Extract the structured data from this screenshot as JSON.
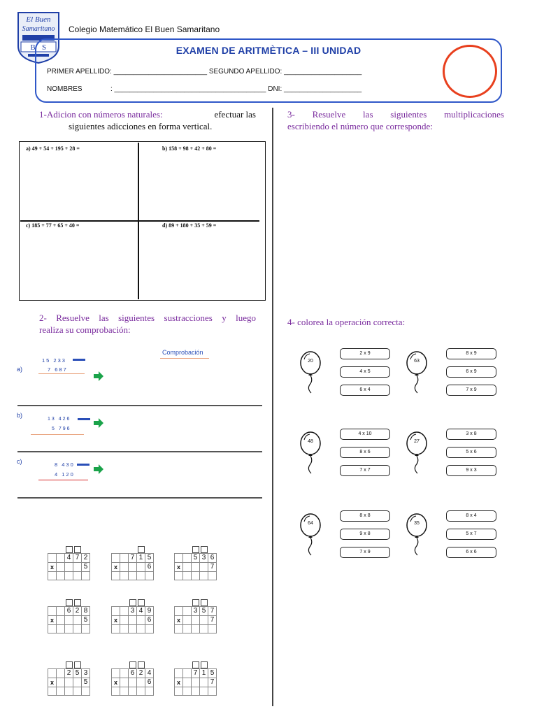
{
  "header": {
    "logo_text": [
      "El Buen",
      "Samaritano",
      "B",
      "S"
    ],
    "school_name": "Colegio Matemático El Buen Samaritano",
    "exam_title": "EXAMEN DE ARITMÈTICA – III UNIDAD",
    "row1": "PRIMER APELLIDO: ________________________ SEGUNDO APELLIDO: ____________________",
    "row2_label": "NOMBRES",
    "row2_value": ": _______________________________________ DNI: ____________________"
  },
  "section1": {
    "heading_colored": "1-Adicion con números naturales:",
    "heading_black": "efectuar las",
    "heading_line2": "siguientes adicciones en forma vertical.",
    "items": [
      "a) 49 + 54 + 195 + 28 =",
      "b) 158 + 98 + 42 + 80 =",
      "c) 185 + 77 + 65 + 40 =",
      "d) 89 + 180 + 35 + 59 ="
    ]
  },
  "section2": {
    "heading_line1": "2- Resuelve las siguientes sustracciones y luego",
    "heading_line2": "realiza su comprobación:",
    "comprobacion": "Comprobación",
    "items": [
      {
        "letter": "a)",
        "top": "15 233",
        "bottom": "7 687"
      },
      {
        "letter": "b)",
        "top": "13 426",
        "bottom": "5 796"
      },
      {
        "letter": "c)",
        "top": "8 430",
        "bottom": "4 120"
      }
    ]
  },
  "section3": {
    "heading_line1": "3- Resuelve las siguientes multiplicaciones",
    "heading_line2": "escribiendo el número que corresponde:",
    "multiplication_symbol": "x",
    "problems": [
      {
        "top": [
          "",
          "4",
          "7",
          "2"
        ],
        "mult": "5",
        "boxes": 2
      },
      {
        "top": [
          "",
          "7",
          "1",
          "5"
        ],
        "mult": "6",
        "boxes": 1
      },
      {
        "top": [
          "",
          "5",
          "3",
          "6"
        ],
        "mult": "7",
        "boxes": 2
      },
      {
        "top": [
          "",
          "6",
          "2",
          "8"
        ],
        "mult": "5",
        "boxes": 2
      },
      {
        "top": [
          "",
          "3",
          "4",
          "9"
        ],
        "mult": "6",
        "boxes": 2
      },
      {
        "top": [
          "",
          "3",
          "5",
          "7"
        ],
        "mult": "7",
        "boxes": 2
      },
      {
        "top": [
          "",
          "2",
          "5",
          "3"
        ],
        "mult": "5",
        "boxes": 2
      },
      {
        "top": [
          "",
          "6",
          "2",
          "4"
        ],
        "mult": "6",
        "boxes": 2
      },
      {
        "top": [
          "",
          "7",
          "1",
          "5"
        ],
        "mult": "7",
        "boxes": 2
      }
    ]
  },
  "section4": {
    "heading": "4- colorea la operación correcta:",
    "balloons": [
      {
        "number": "20",
        "options": [
          "2 x 9",
          "4 x 5",
          "6 x 4"
        ]
      },
      {
        "number": "63",
        "options": [
          "8 x 9",
          "6 x 9",
          "7 x 9"
        ]
      },
      {
        "number": "48",
        "options": [
          "4 x 10",
          "8 x 6",
          "7 x 7"
        ]
      },
      {
        "number": "27",
        "options": [
          "3 x 8",
          "5 x 6",
          "9 x 3"
        ]
      },
      {
        "number": "64",
        "options": [
          "8 x 8",
          "9 x 8",
          "7 x 9"
        ]
      },
      {
        "number": "35",
        "options": [
          "8 x 4",
          "5 x 7",
          "6 x 6"
        ]
      }
    ]
  },
  "colors": {
    "title_blue": "#1f3fa7",
    "frame_blue": "#2f57c8",
    "heading_purple": "#7a2c9e",
    "grade_circle_red": "#e8401e",
    "arrow_green": "#1aa34a"
  }
}
